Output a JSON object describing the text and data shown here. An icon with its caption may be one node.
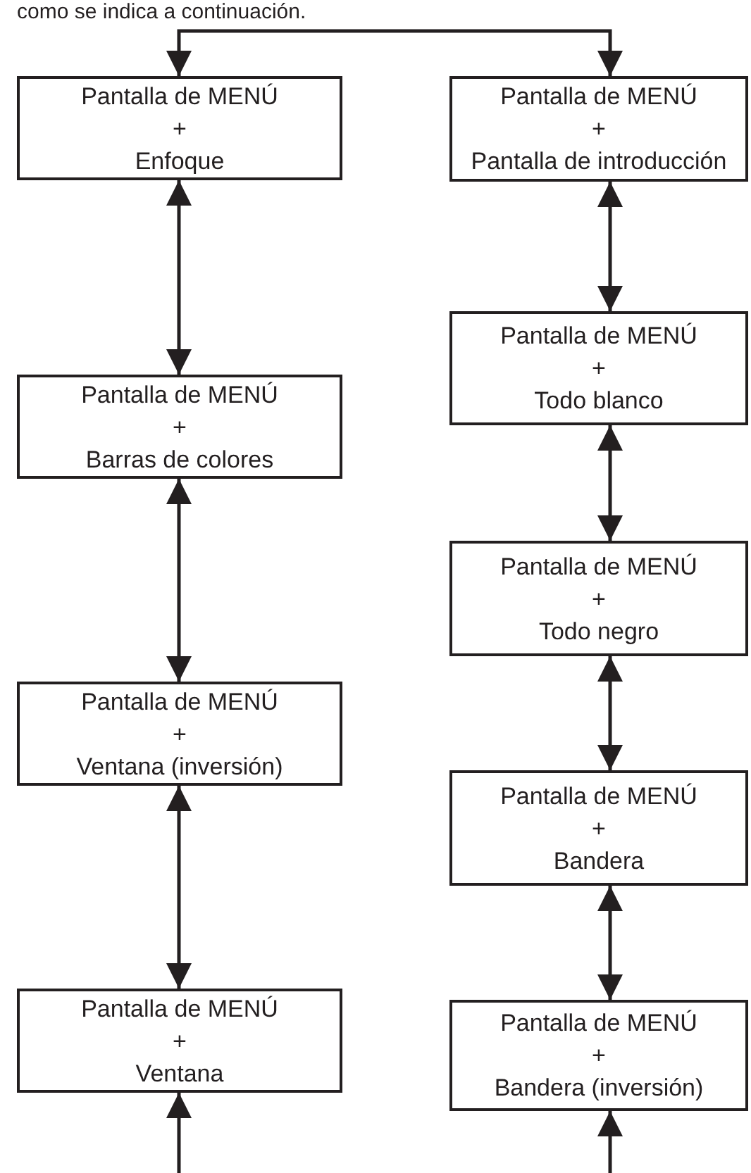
{
  "diagram": {
    "nodes": [
      {
        "text": [
          "Pantalla de MENÚ",
          "+",
          "Enfoque"
        ]
      },
      {
        "text": [
          "Pantalla de MENÚ",
          "+",
          "Barras de colores"
        ]
      },
      {
        "text": [
          "Pantalla de MENÚ",
          "+",
          "Ventana (inversión)"
        ]
      },
      {
        "text": [
          "Pantalla de MENÚ",
          "+",
          "Ventana"
        ]
      },
      {
        "text": [
          "Pantalla de MENÚ",
          "+",
          "Pantalla de introducción"
        ]
      },
      {
        "text": [
          "Pantalla de MENÚ",
          "+",
          "Todo blanco"
        ]
      },
      {
        "text": [
          "Pantalla de MENÚ",
          "+",
          "Todo negro"
        ]
      },
      {
        "text": [
          "Pantalla de MENÚ",
          "+",
          "Bandera"
        ]
      },
      {
        "text": [
          "Pantalla de MENÚ",
          "+",
          "Bandera (inversión)"
        ]
      }
    ],
    "edges": [
      {
        "from": 0,
        "to": 4,
        "arrow": "both"
      },
      {
        "from": 0,
        "to": 1,
        "arrow": "both"
      },
      {
        "from": 1,
        "to": 2,
        "arrow": "both"
      },
      {
        "from": 2,
        "to": 3,
        "arrow": "both"
      },
      {
        "from": 4,
        "to": 5,
        "arrow": "both"
      },
      {
        "from": 5,
        "to": 6,
        "arrow": "both"
      },
      {
        "from": 6,
        "to": 7,
        "arrow": "both"
      },
      {
        "from": 7,
        "to": 8,
        "arrow": "both"
      },
      {
        "from": null,
        "to": 3,
        "arrow": "to"
      },
      {
        "from": null,
        "to": 8,
        "arrow": "to"
      }
    ],
    "labels": [
      "como se indica a continuación."
    ]
  }
}
